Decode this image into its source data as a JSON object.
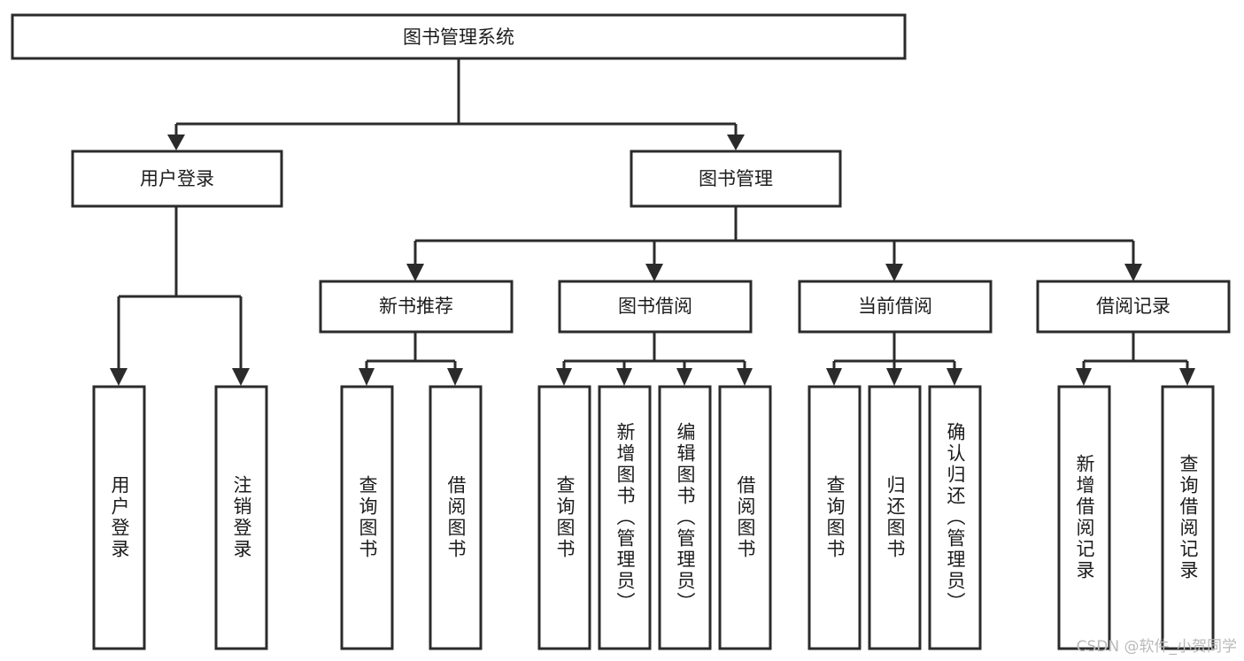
{
  "diagram": {
    "type": "tree-hierarchy",
    "title": "图书管理系统",
    "orientation": "top-down",
    "colors": {
      "box_stroke": "#2b2b2b",
      "box_fill": "#ffffff",
      "text": "#1c1c1c",
      "background": "#ffffff",
      "watermark": "#b9b9b9"
    },
    "root": {
      "label": "图书管理系统"
    },
    "level2": [
      {
        "label": "用户登录"
      },
      {
        "label": "图书管理"
      }
    ],
    "level3": [
      {
        "label": "新书推荐"
      },
      {
        "label": "图书借阅"
      },
      {
        "label": "当前借阅"
      },
      {
        "label": "借阅记录"
      }
    ],
    "leaves_user_login": [
      {
        "label": "用户登录"
      },
      {
        "label": "注销登录"
      }
    ],
    "leaves_new_book": [
      {
        "label": "查询图书"
      },
      {
        "label": "借阅图书"
      }
    ],
    "leaves_borrow": [
      {
        "label": "查询图书"
      },
      {
        "label": "新增图书（管理员）"
      },
      {
        "label": "编辑图书（管理员）"
      },
      {
        "label": "借阅图书"
      }
    ],
    "leaves_current": [
      {
        "label": "查询图书"
      },
      {
        "label": "归还图书"
      },
      {
        "label": "确认归还（管理员）"
      }
    ],
    "leaves_records": [
      {
        "label": "新增借阅记录"
      },
      {
        "label": "查询借阅记录"
      }
    ]
  },
  "watermark": {
    "text": "CSDN @软件_小贺同学"
  }
}
